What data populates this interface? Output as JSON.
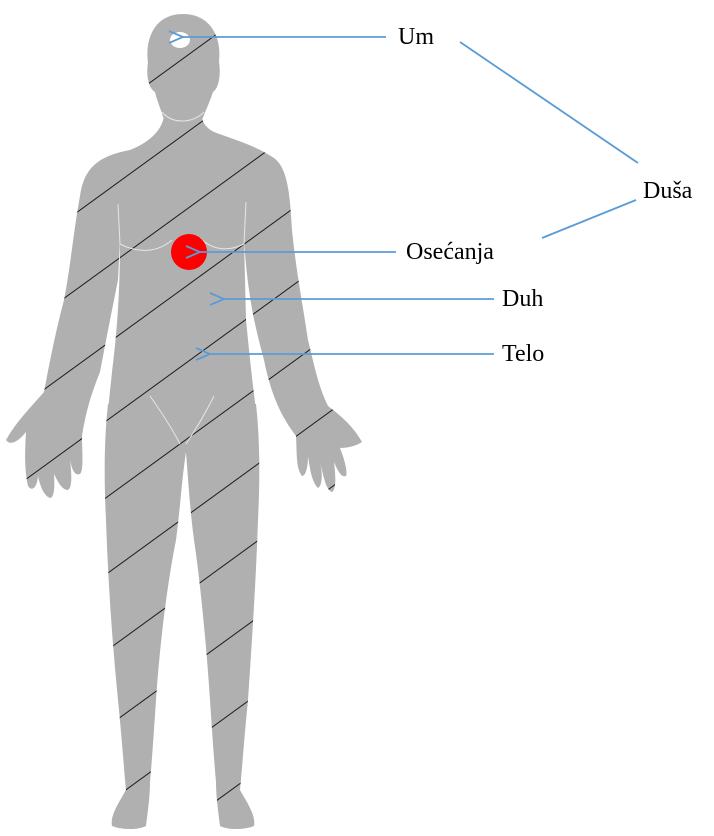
{
  "labels": {
    "um": "Um",
    "dusa": "Duša",
    "osecanja": "Osećanja",
    "duh": "Duh",
    "telo": "Telo"
  },
  "colors": {
    "body_fill": "#b0b0b0",
    "hatch_line": "#1a1a1a",
    "body_contour": "#e6e6e6",
    "mind_spot": "#ffffff",
    "heart_spot": "#ff0000",
    "arrow": "#5b9bd5"
  },
  "icons": {
    "arrow": "arrow-left-icon",
    "figure": "human-body-silhouette"
  }
}
